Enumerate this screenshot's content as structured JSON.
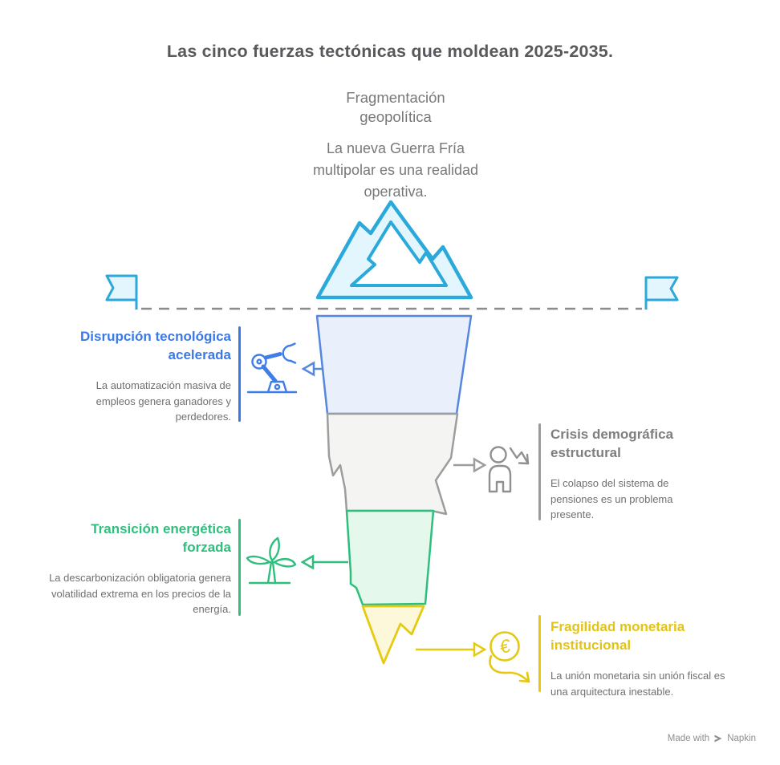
{
  "title": "Las cinco fuerzas tectónicas que moldean 2025-2035.",
  "forces": {
    "geopolitics": {
      "heading": "Fragmentación geopolítica",
      "body": "La nueva Guerra Fría multipolar es una realidad operativa."
    },
    "technology": {
      "heading": "Disrupción tecnológica acelerada",
      "body": "La automatización masiva de empleos genera ganadores y perdedores.",
      "accent": "#3a79e8",
      "icon": "robot-arm-icon"
    },
    "demography": {
      "heading": "Crisis demográfica estructural",
      "body": "El colapso del sistema de pensiones es un problema presente.",
      "accent": "#8c8c8c",
      "icon": "person-decline-icon"
    },
    "energy": {
      "heading": "Transición energética forzada",
      "body": "La descarbonización obligatoria genera volatilidad extrema en los precios de la energía.",
      "accent": "#2fbe7d",
      "icon": "wind-turbine-icon"
    },
    "monetary": {
      "heading": "Fragilidad monetaria institucional",
      "body": "La unión monetaria sin unión fiscal es una arquitectura inestable.",
      "accent": "#e3c414",
      "icon": "euro-decline-icon"
    }
  },
  "iceberg": {
    "above_water_color": "#e3f6fd",
    "above_water_stroke": "#2aa9da",
    "segment_tech": {
      "fill": "#eaeffc",
      "stroke": "#5586e0"
    },
    "segment_demo": {
      "fill": "#f4f4f3",
      "stroke": "#9d9d9c"
    },
    "segment_energy": {
      "fill": "#e4f8ec",
      "stroke": "#2fbe7d"
    },
    "segment_monetary": {
      "fill": "#fcf8d9",
      "stroke": "#e6ca11"
    },
    "waterline_color": "#8c8c8c"
  },
  "watermark": {
    "made_with": "Made with",
    "brand": "Napkin"
  }
}
